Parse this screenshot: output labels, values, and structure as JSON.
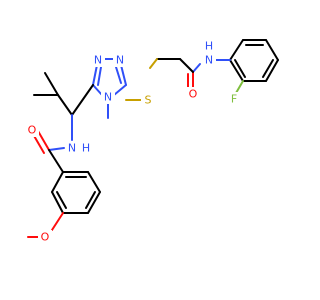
{
  "molecule": {
    "atoms": {
      "n_amide_top": "N",
      "h_amide_top": "H",
      "o_carbonyl_top": "O",
      "f_fluorine": "F",
      "s_thioether": "S",
      "n_triazole_1": "N",
      "n_triazole_2": "N",
      "n_triazole_4": "N",
      "n_amide_left": "N",
      "h_amide_left": "H",
      "o_carbonyl_left": "O",
      "o_methoxy": "O"
    },
    "colors": {
      "carbon_bond": "#000000",
      "nitrogen": "#3050f8",
      "oxygen": "#ff0d0d",
      "sulfur": "#c8a000",
      "fluorine": "#7fbf3f"
    }
  }
}
